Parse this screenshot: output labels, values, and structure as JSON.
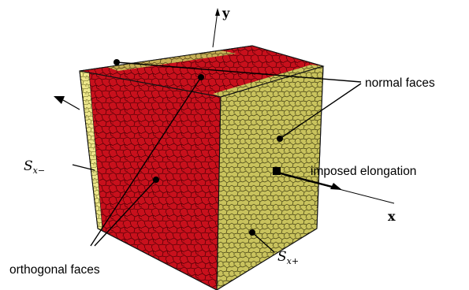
{
  "labels": {
    "normal_faces": "normal faces",
    "imposed_elongation": "imposed elongation",
    "orthogonal_faces": "orthogonal faces",
    "s_x_minus": {
      "base": "S",
      "sub": "x−"
    },
    "s_x_plus": {
      "base": "S",
      "sub": "x+"
    }
  },
  "axes": {
    "y": "y",
    "x": "x"
  },
  "colors": {
    "red_face": "#c8101c",
    "red_cell_line": "#5a0006",
    "yellow_face": "#c9c35d",
    "yellow_light": "#eee88c",
    "yellow_cell_line": "#3d3a0e",
    "edge": "#222222"
  }
}
